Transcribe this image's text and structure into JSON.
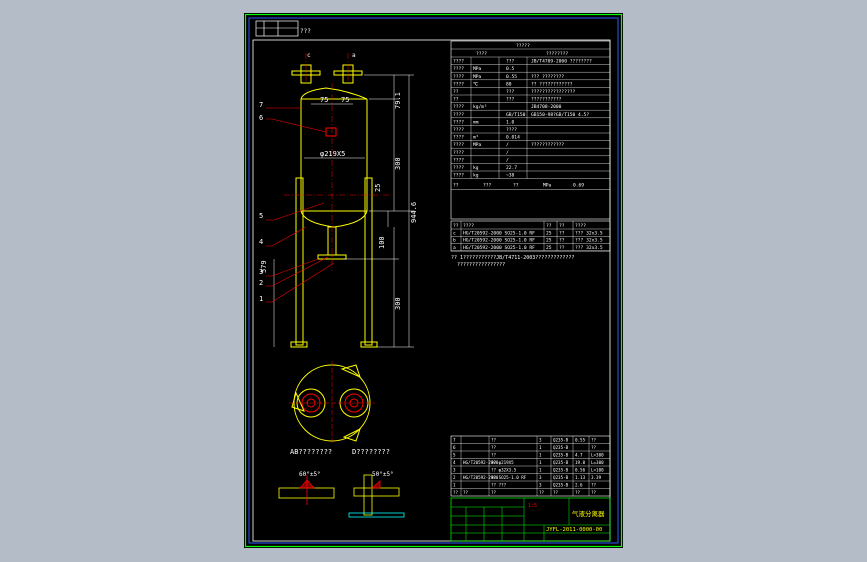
{
  "drawing": {
    "background_color": "#000000",
    "border_color": "#00ff00",
    "frame_color": "#ffffff",
    "colors": {
      "vessel": "#ffff00",
      "dimension": "#ffffff",
      "leader": "#ff0000",
      "table_text": "#ffffff",
      "table_lines": "#ffffff",
      "title_block_lines": "#00ff00",
      "title_block_text": "#ffff00"
    },
    "dimensions": {
      "offset_left": "75",
      "offset_right": "75",
      "diameter": "φ219X5",
      "top_height": "79.1",
      "body_height": "300",
      "total_height": "944.6",
      "small_gap": "25",
      "lower_height": "100",
      "leg_height": "300",
      "support_height": "579"
    },
    "balloons": [
      "7",
      "6",
      "5",
      "4",
      "3",
      "2",
      "1"
    ],
    "nozzle_marks": [
      "c",
      "a"
    ],
    "view_labels": {
      "view_ab": "AB????????",
      "view_d": "D????????"
    },
    "weld_labels": {
      "weld_left": "60°±5°",
      "weld_right": "50°±5°"
    }
  },
  "tech_table": {
    "header": "?????",
    "subheader_left": "????",
    "subheader_right": "????????",
    "rows": [
      {
        "name": "????",
        "unit": "",
        "value": "???",
        "ref": "",
        "ref_text": "JB/T4709-2000 ????????"
      },
      {
        "name": "????",
        "unit": "MPa",
        "value": "0.5",
        "ref": "",
        "ref_text": ""
      },
      {
        "name": "????",
        "unit": "MPa",
        "value": "0.55",
        "ref": "",
        "ref_text": "??? ????????"
      },
      {
        "name": "????",
        "unit": "℃",
        "value": "80",
        "ref": "",
        "ref_text": "?? ????????????"
      },
      {
        "name": "??",
        "unit": "",
        "value": "???",
        "ref": "",
        "ref_text": "????????????????"
      },
      {
        "name": "??",
        "unit": "",
        "value": "???",
        "ref": "",
        "ref_text": "???????????"
      },
      {
        "name": "????",
        "unit": "kg/m³",
        "value": "",
        "ref": "",
        "ref_text": "JB4708-2000"
      },
      {
        "name": "????",
        "unit": "",
        "value": "GB/T150",
        "ref": "",
        "ref_text": "GB150-98?GB/T150 4.5?"
      },
      {
        "name": "????",
        "unit": "mm",
        "value": "1.0",
        "ref": "",
        "ref_text": ""
      },
      {
        "name": "????",
        "unit": "",
        "value": "????",
        "ref": "",
        "ref_text": ""
      },
      {
        "name": "????",
        "unit": "m³",
        "value": "0.014",
        "ref": "",
        "ref_text": ""
      }
    ],
    "pressure_test": [
      {
        "name": "????",
        "unit": "MPa",
        "value": "/",
        "ref_text": "????????????"
      },
      {
        "name": "????",
        "unit": "",
        "value": "/"
      },
      {
        "name": "????",
        "unit": "",
        "value": "/"
      },
      {
        "name": "????",
        "unit": "kg",
        "value": "22.7"
      },
      {
        "name": "????",
        "unit": "kg",
        "value": "~38"
      }
    ],
    "test_grid": [
      "??",
      "???",
      "??",
      "MPa",
      "0.69"
    ],
    "nozzle_header": [
      "??",
      "????",
      "??",
      "??",
      "????"
    ],
    "nozzles": [
      {
        "mark": "c",
        "standard": "HG/T20592-2000 SO25-1.0 RF",
        "size": "25",
        "type": "??",
        "purpose": "??? 32x3.5"
      },
      {
        "mark": "b",
        "standard": "HG/T20592-2000 SO25-1.0 RF",
        "size": "25",
        "type": "??",
        "purpose": "??? 32x3.5"
      },
      {
        "mark": "a",
        "standard": "HG/T20592-2000 SO25-1.0 RF",
        "size": "25",
        "type": "??",
        "purpose": "??? 32x3.5"
      }
    ],
    "notes": [
      "?? 1???????????JB/T4711-2003?????????????",
      "????????????????"
    ]
  },
  "parts_list": {
    "rows": [
      {
        "no": "7",
        "code": "",
        "name": "??",
        "qty": "3",
        "material": "Q235-B",
        "single": "0.55",
        "total": "??"
      },
      {
        "no": "6",
        "code": "",
        "name": "??",
        "qty": "1",
        "material": "Q235-B",
        "single": "",
        "total": "??"
      },
      {
        "no": "5",
        "code": "",
        "name": "??",
        "qty": "1",
        "material": "Q235-B",
        "single": "4.7",
        "total": "L=300"
      },
      {
        "no": "4",
        "code": "HG/T20592-2000",
        "name": "?? φ219X5",
        "qty": "1",
        "material": "Q235-B",
        "single": "19.0",
        "total": "L=300"
      },
      {
        "no": "3",
        "code": "",
        "name": "?? φ32X3.5",
        "qty": "1",
        "material": "Q235-B",
        "single": "0.56",
        "total": "L=100"
      },
      {
        "no": "2",
        "code": "HG/T20592-2000",
        "name": "?? SO25-1.0 RF",
        "qty": "3",
        "material": "Q235-B",
        "single": "1.13",
        "total": "3.39"
      },
      {
        "no": "1",
        "code": "",
        "name": "?? ???",
        "qty": "3",
        "material": "Q235-B",
        "single": "2.6",
        "total": "??"
      },
      {
        "no": "??",
        "code": "??",
        "name": "??",
        "qty": "??",
        "material": "??",
        "single": "??",
        "total": "??"
      }
    ]
  },
  "title_block": {
    "title": "气液分离器",
    "drawing_no": "JYFL-2011-0000-00",
    "scale_mark": "1:5"
  },
  "frame": {
    "corner_label": "???"
  }
}
